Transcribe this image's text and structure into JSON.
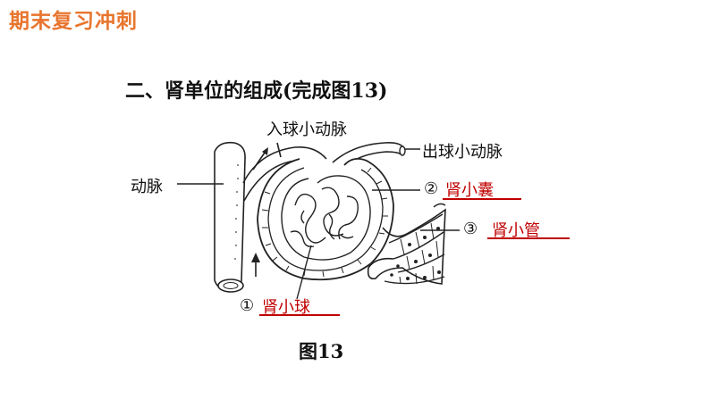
{
  "header": {
    "title": "期末复习冲刺"
  },
  "section": {
    "heading": "二、肾单位的组成(完成图13)"
  },
  "figure": {
    "caption": "图13",
    "labels": {
      "afferent": "入球小动脉",
      "efferent": "出球小动脉",
      "artery": "动脉",
      "capsule_num": "②",
      "capsule_ans": "肾小囊",
      "tubule_num": "③",
      "tubule_ans": "肾小管",
      "glomerulus_num": "①",
      "glomerulus_ans": "肾小球"
    },
    "colors": {
      "answer": "#c00000",
      "title": "#e8752e"
    }
  }
}
